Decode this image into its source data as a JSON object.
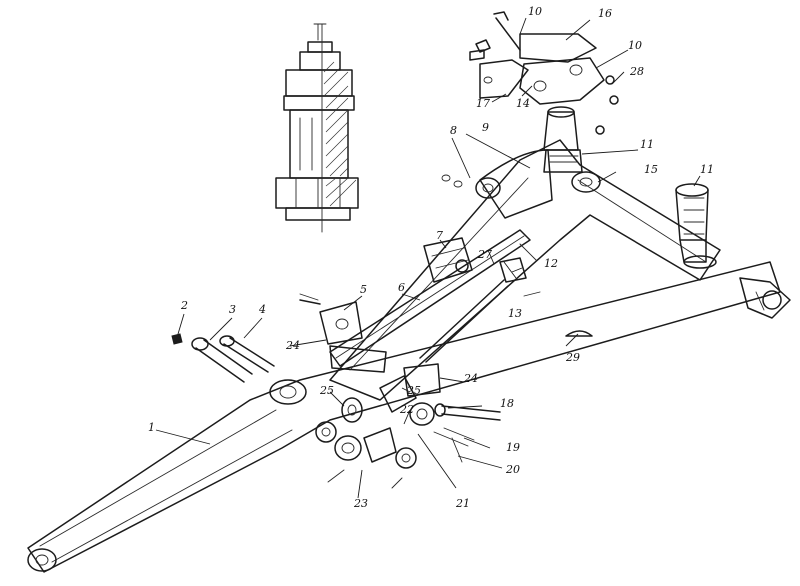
{
  "colors": {
    "ink": "#1c1c1c",
    "paper": "#ffffff"
  },
  "callouts": [
    {
      "id": "c1",
      "text": "1"
    },
    {
      "id": "c2",
      "text": "2"
    },
    {
      "id": "c3",
      "text": "3"
    },
    {
      "id": "c4",
      "text": "4"
    },
    {
      "id": "c5",
      "text": "5"
    },
    {
      "id": "c6",
      "text": "6"
    },
    {
      "id": "c7",
      "text": "7"
    },
    {
      "id": "c8",
      "text": "8"
    },
    {
      "id": "c9",
      "text": "9"
    },
    {
      "id": "c10a",
      "text": "10"
    },
    {
      "id": "c10b",
      "text": "10"
    },
    {
      "id": "c11a",
      "text": "11"
    },
    {
      "id": "c11b",
      "text": "11"
    },
    {
      "id": "c12",
      "text": "12"
    },
    {
      "id": "c13",
      "text": "13"
    },
    {
      "id": "c14",
      "text": "14"
    },
    {
      "id": "c15",
      "text": "15"
    },
    {
      "id": "c16",
      "text": "16"
    },
    {
      "id": "c17",
      "text": "17"
    },
    {
      "id": "c18",
      "text": "18"
    },
    {
      "id": "c19",
      "text": "19"
    },
    {
      "id": "c20",
      "text": "20"
    },
    {
      "id": "c21",
      "text": "21"
    },
    {
      "id": "c22",
      "text": "22"
    },
    {
      "id": "c23",
      "text": "23"
    },
    {
      "id": "c24a",
      "text": "24"
    },
    {
      "id": "c24b",
      "text": "24"
    },
    {
      "id": "c25a",
      "text": "25"
    },
    {
      "id": "c25b",
      "text": "25"
    },
    {
      "id": "c27",
      "text": "27"
    },
    {
      "id": "c28",
      "text": "28"
    },
    {
      "id": "c29",
      "text": "29"
    }
  ]
}
